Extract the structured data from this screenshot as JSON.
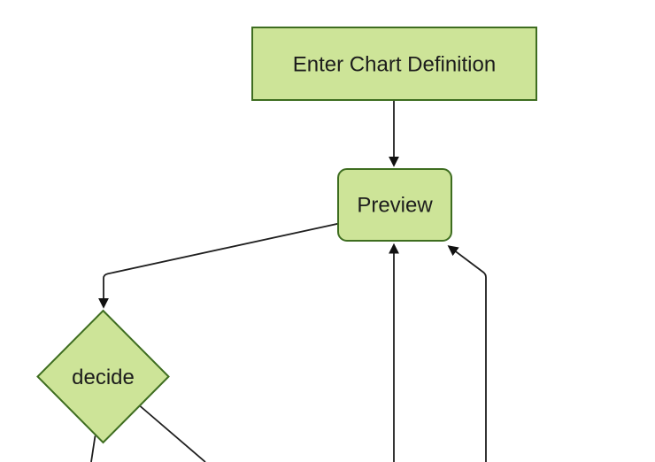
{
  "diagram": {
    "type": "flowchart",
    "direction": "top-to-bottom",
    "nodes": [
      {
        "id": "enter-chart-definition",
        "label": "Enter Chart Definition",
        "shape": "rectangle"
      },
      {
        "id": "preview",
        "label": "Preview",
        "shape": "rounded-rectangle"
      },
      {
        "id": "decide",
        "label": "decide",
        "shape": "diamond"
      }
    ],
    "edges": [
      {
        "from": "enter-chart-definition",
        "to": "preview",
        "arrowhead": true
      },
      {
        "from": "preview",
        "to": "decide",
        "arrowhead": true
      },
      {
        "from": "offscreen-bottom",
        "to": "preview",
        "arrowhead": true
      },
      {
        "from": "offscreen-bottom-right",
        "to": "preview",
        "arrowhead": true
      },
      {
        "from": "decide",
        "to": "offscreen-bottom-left",
        "arrowhead": false
      },
      {
        "from": "decide",
        "to": "offscreen-bottom-right",
        "arrowhead": false
      }
    ],
    "colors": {
      "node_fill": "#cde498",
      "node_border": "#3e6d20",
      "edge_line": "#1f1f1f",
      "arrowhead_fill": "#111111",
      "label_text": "#1c1c1c",
      "background": "#ffffff"
    }
  }
}
